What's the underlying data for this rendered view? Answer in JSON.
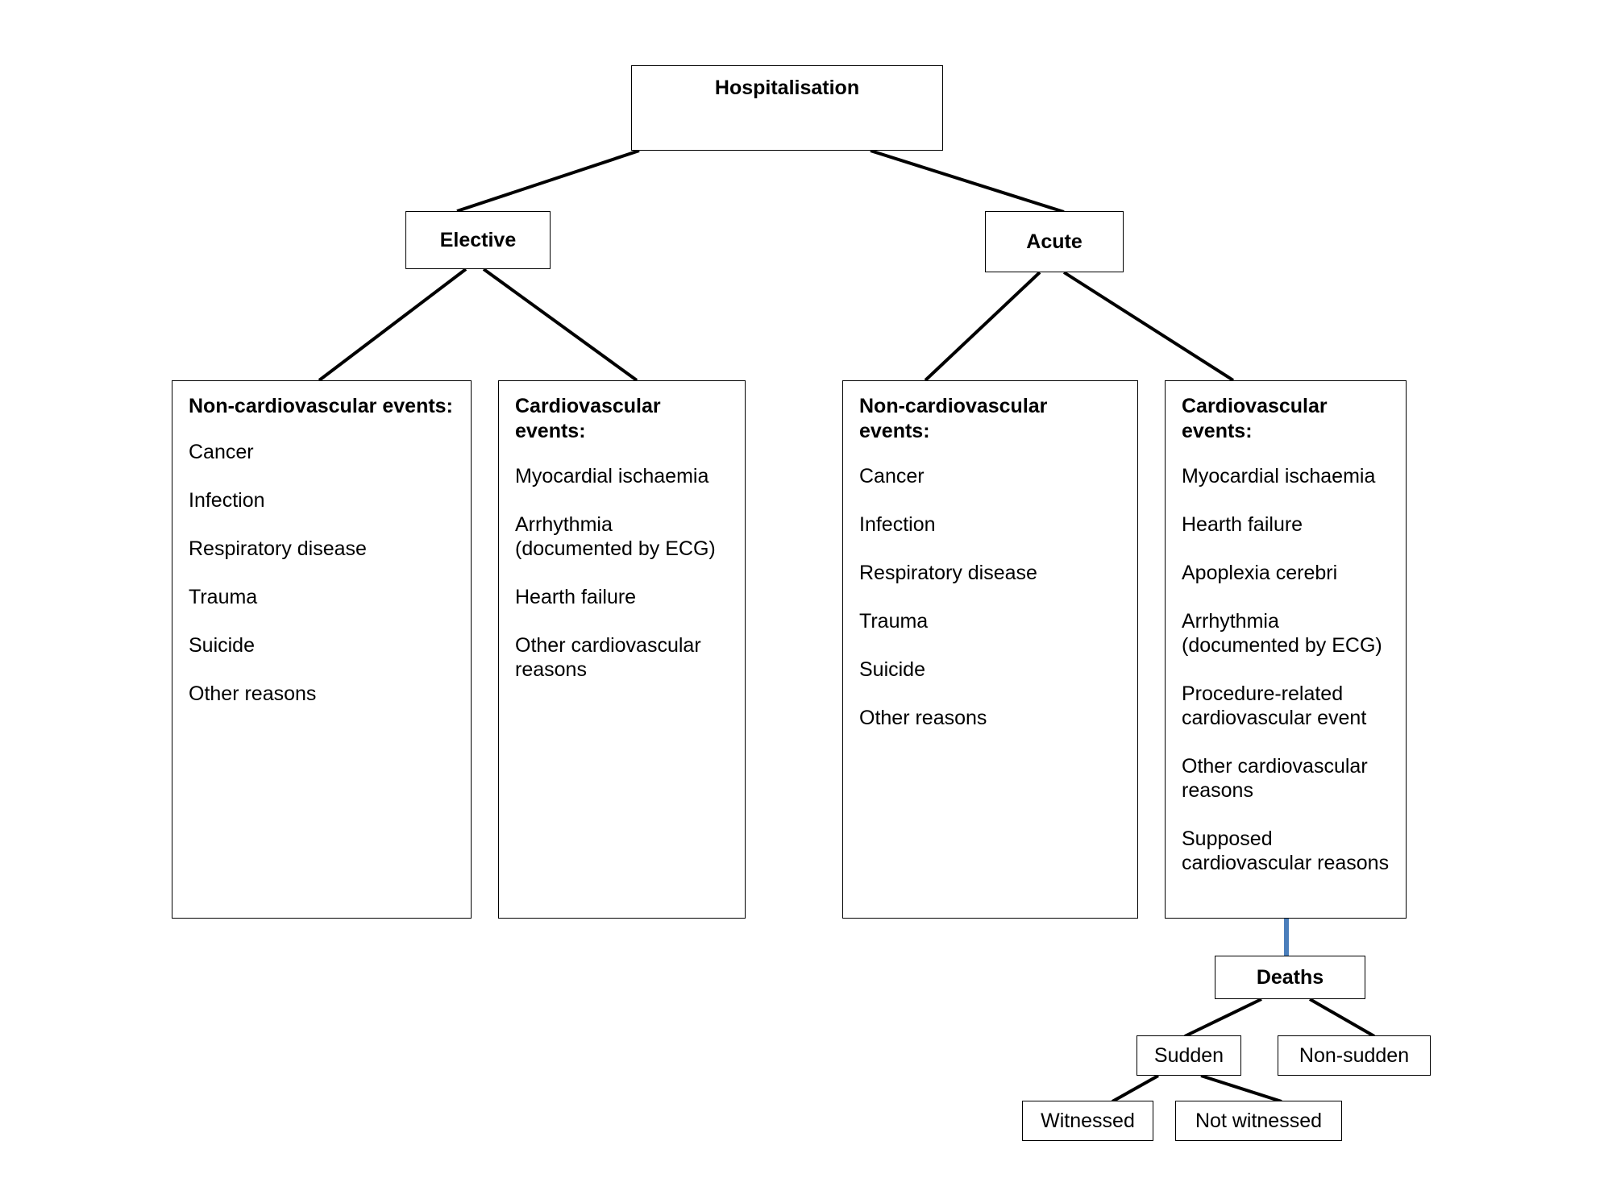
{
  "diagram": {
    "title": "Hospitalisation classification flow chart",
    "accent_color": "#4A7EBB",
    "line_color": "#000000",
    "background": "#ffffff"
  },
  "nodes": {
    "root": {
      "label": "Hospitalisation"
    },
    "elective": {
      "label": "Elective"
    },
    "acute": {
      "label": "Acute"
    },
    "elective_noncv": {
      "title": "Non-cardiovascular events:",
      "items": [
        "Cancer",
        "Infection",
        "Respiratory disease",
        "Trauma",
        "Suicide",
        "Other reasons"
      ]
    },
    "elective_cv": {
      "title": "Cardiovascular events:",
      "items": [
        "Myocardial ischaemia",
        "Arrhythmia\n(documented by ECG)",
        "Hearth failure",
        "Other cardiovascular reasons"
      ]
    },
    "acute_noncv": {
      "title": "Non-cardiovascular events:",
      "items": [
        "Cancer",
        "Infection",
        "Respiratory disease",
        "Trauma",
        "Suicide",
        "Other reasons"
      ]
    },
    "acute_cv": {
      "title": "Cardiovascular events:",
      "items": [
        "Myocardial ischaemia",
        "Hearth failure",
        "Apoplexia cerebri",
        "Arrhythmia\n(documented by ECG)",
        "Procedure-related\ncardiovascular event",
        "Other cardiovascular reasons",
        "Supposed\ncardiovascular reasons"
      ]
    },
    "deaths": {
      "label": "Deaths"
    },
    "sudden": {
      "label": "Sudden"
    },
    "non_sudden": {
      "label": "Non-sudden"
    },
    "witnessed": {
      "label": "Witnessed"
    },
    "not_witnessed": {
      "label": "Not witnessed"
    }
  }
}
